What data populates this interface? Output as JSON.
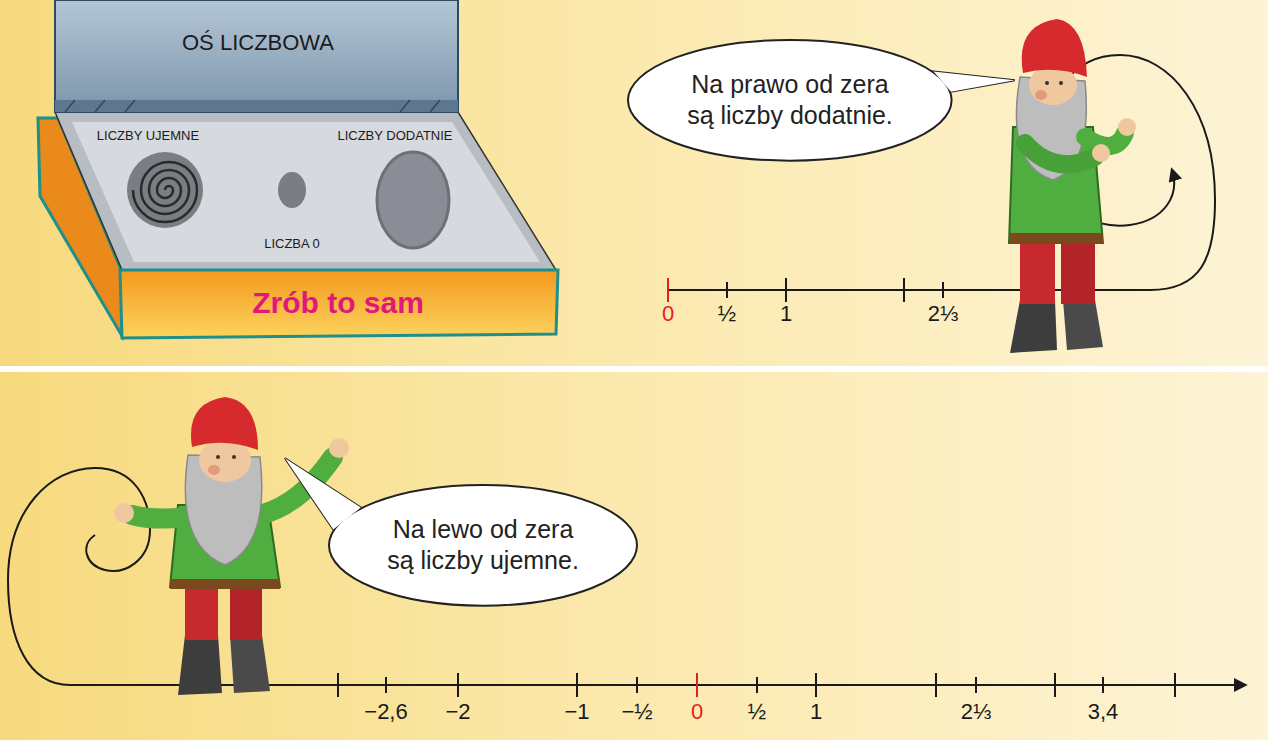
{
  "diagram": {
    "nodes": [
      {
        "text": [
          "OŚ LICZBOWA",
          "LICZBY UJEMNE",
          "LICZBY DODATNIE",
          "LICZBA 0",
          "Zrób to sam"
        ]
      },
      {
        "text": [
          "Na prawo od zera są liczby dodatnie."
        ]
      },
      {
        "text": [
          "Na lewo od zera są liczby ujemne."
        ]
      }
    ],
    "labels": [
      "0",
      "½",
      "1",
      "2⅓",
      "−2,6",
      "−2",
      "−1",
      "−½",
      "0",
      "½",
      "1",
      "2⅓",
      "3,4"
    ]
  }
}
